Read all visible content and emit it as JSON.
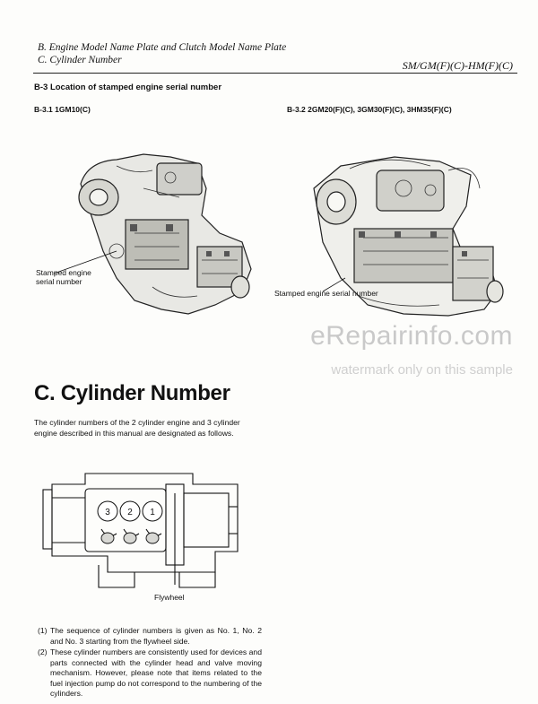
{
  "header": {
    "line1": "B. Engine Model Name Plate and Clutch Model Name Plate",
    "line2": "C. Cylinder Number",
    "model": "SM/GM(F)(C)-HM(F)(C)"
  },
  "section_b3": {
    "title": "B-3 Location of stamped engine serial number",
    "left_caption": "B-3.1  1GM10(C)",
    "right_caption": "B-3.2 2GM20(F)(C), 3GM30(F)(C), 3HM35(F)(C)",
    "left_callout_line1": "Stamped engine",
    "left_callout_line2": "serial number",
    "right_callout": "Stamped engine serial number"
  },
  "watermark": {
    "brand": "eRepairinfo.com",
    "note": "watermark only on this sample"
  },
  "section_c": {
    "title": "C. Cylinder Number",
    "intro_line1": "The cylinder numbers of the 2 cylinder engine and 3 cylinder",
    "intro_line2": "engine described in this manual are designated as follows.",
    "diagram": {
      "cylinders": [
        "3",
        "2",
        "1"
      ],
      "flywheel_label": "Flywheel"
    },
    "notes": [
      {
        "num": "(1)",
        "text": "The sequence of cylinder numbers is given as No. 1, No. 2 and No. 3 starting from the flywheel side."
      },
      {
        "num": "(2)",
        "text": "These cylinder numbers are consistently used for devices and parts connected with the cylinder head and valve moving mechanism. However, please note that items related to the fuel injection pump do not correspond to the numbering of the cylinders."
      }
    ]
  }
}
